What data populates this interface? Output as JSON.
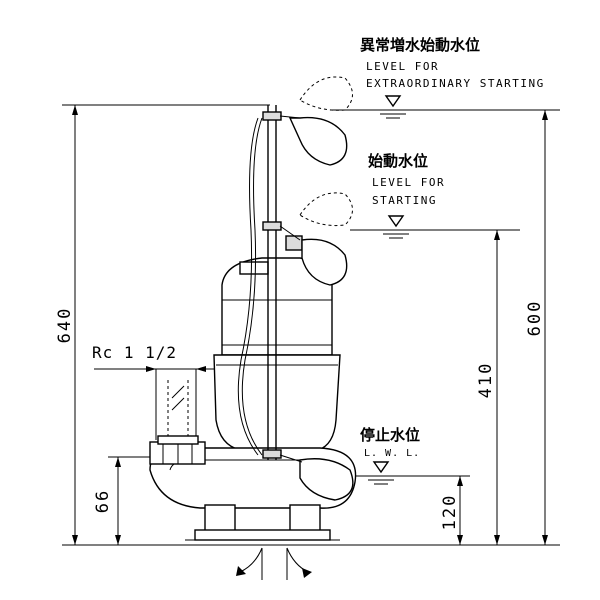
{
  "labels": {
    "extraordinary_jp": "異常増水始動水位",
    "extraordinary_en_1": "LEVEL FOR",
    "extraordinary_en_2": "EXTRAORDINARY STARTING",
    "starting_jp": "始動水位",
    "starting_en_1": "LEVEL FOR",
    "starting_en_2": "STARTING",
    "stop_jp": "停止水位",
    "stop_en": "L. W. L.",
    "pipe": "Rc 1 1/2"
  },
  "dimensions": {
    "total_height": "640",
    "start_level": "600",
    "start_level_mid": "410",
    "stop_level": "120",
    "outlet_height": "66"
  }
}
